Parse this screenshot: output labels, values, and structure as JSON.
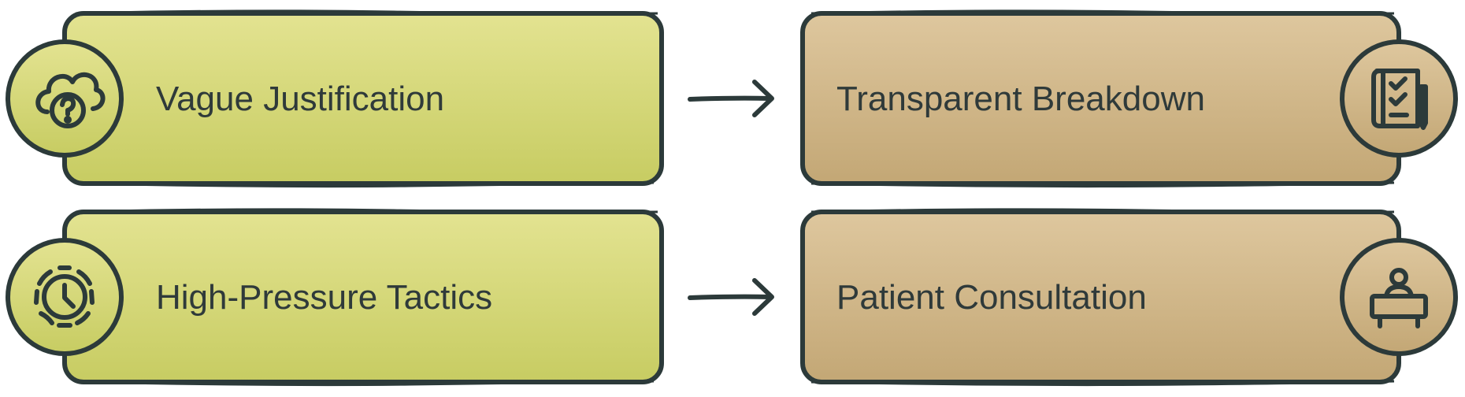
{
  "colors": {
    "outline": "#2c3a3a",
    "problem_fill_top": "#e3e391",
    "problem_fill_bottom": "#c7cc62",
    "solution_fill_top": "#dec79e",
    "solution_fill_bottom": "#c3a775",
    "text": "#2f3a3a"
  },
  "rows": [
    {
      "problem": {
        "label": "Vague Justification",
        "icon": "cloud-question-icon"
      },
      "solution": {
        "label": "Transparent Breakdown",
        "icon": "document-checklist-icon"
      }
    },
    {
      "problem": {
        "label": "High-Pressure Tactics",
        "icon": "alarm-clock-icon"
      },
      "solution": {
        "label": "Patient Consultation",
        "icon": "person-at-desk-icon"
      }
    }
  ]
}
